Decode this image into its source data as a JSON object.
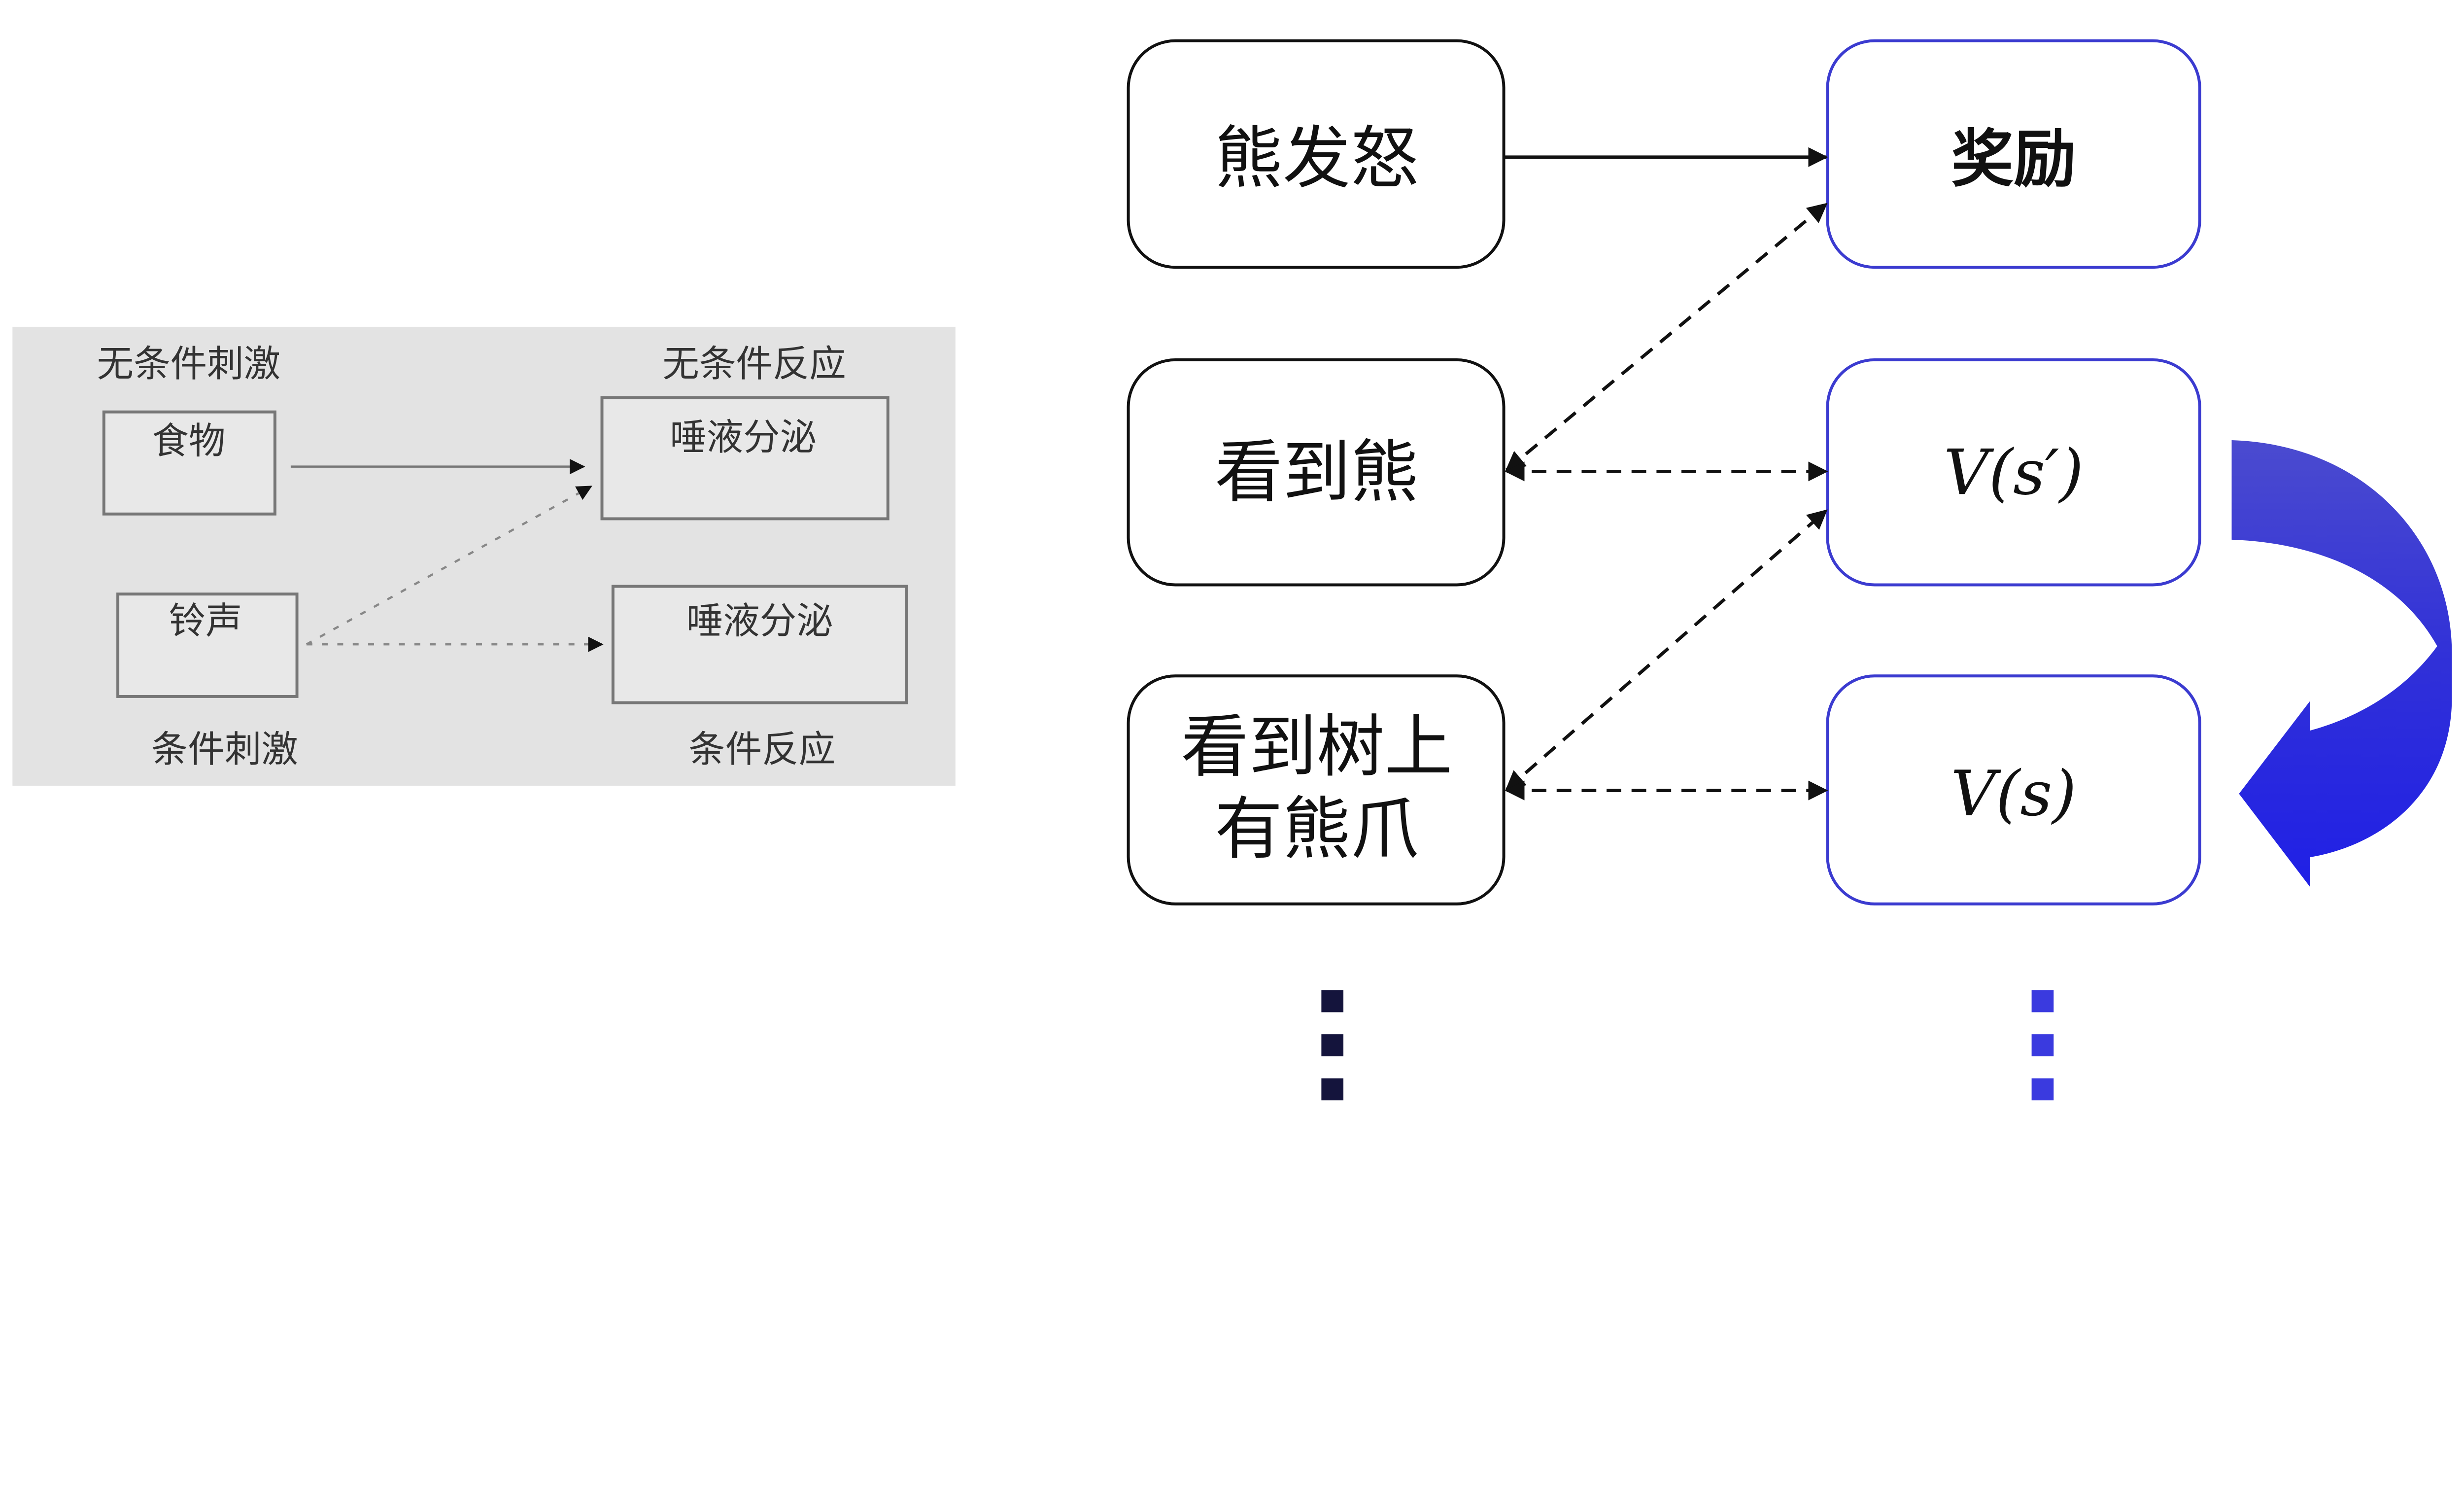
{
  "left_panel": {
    "label_unconditioned_stimulus": "无条件刺激",
    "label_unconditioned_response": "无条件反应",
    "label_conditioned_stimulus": "条件刺激",
    "label_conditioned_response": "条件反应",
    "box_food": "食物",
    "box_bell": "铃声",
    "box_salivation_top": "唾液分泌",
    "box_salivation_bottom": "唾液分泌",
    "background_color": "#e3e3e3"
  },
  "right_panel": {
    "left_boxes": [
      "熊发怒",
      "看到熊",
      "看到树上",
      "有熊爪"
    ],
    "reward": "奖励",
    "value_next": "V(s′)",
    "value_current": "V(s)",
    "left_box_border_color": "#111111",
    "right_box_border_color": "#3b3bd0",
    "curved_arrow_color": "#2a2ae0",
    "ellipsis_left_color": "#14143c",
    "ellipsis_right_color": "#3a3adf"
  }
}
